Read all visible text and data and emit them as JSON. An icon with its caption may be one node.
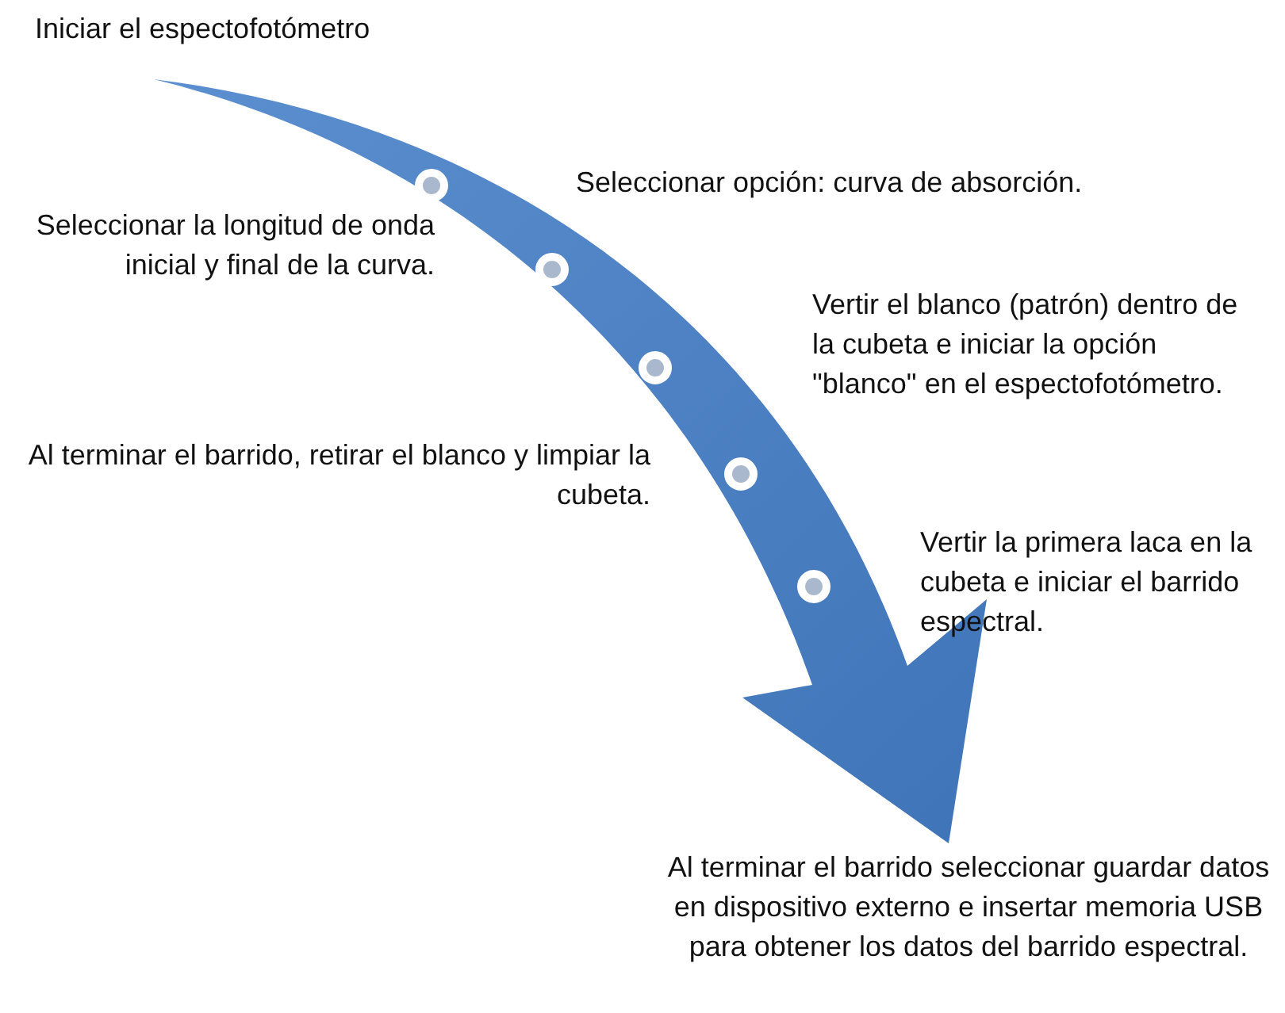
{
  "diagram": {
    "labels": [
      "Iniciar el espectofotómetro",
      "Seleccionar opción: curva de absorción.",
      "Seleccionar la longitud de onda inicial y final de la curva.",
      "Vertir el blanco (patrón) dentro de la cubeta e iniciar la opción \"blanco\" en el espectofotómetro.",
      "Al terminar el barrido, retirar el blanco y limpiar la cubeta.",
      "Vertir la primera laca en la cubeta e iniciar el barrido espectral.",
      "Al terminar el barrido seleccionar guardar datos en dispositivo externo e insertar memoria USB para obtener los datos del barrido espectral."
    ]
  }
}
